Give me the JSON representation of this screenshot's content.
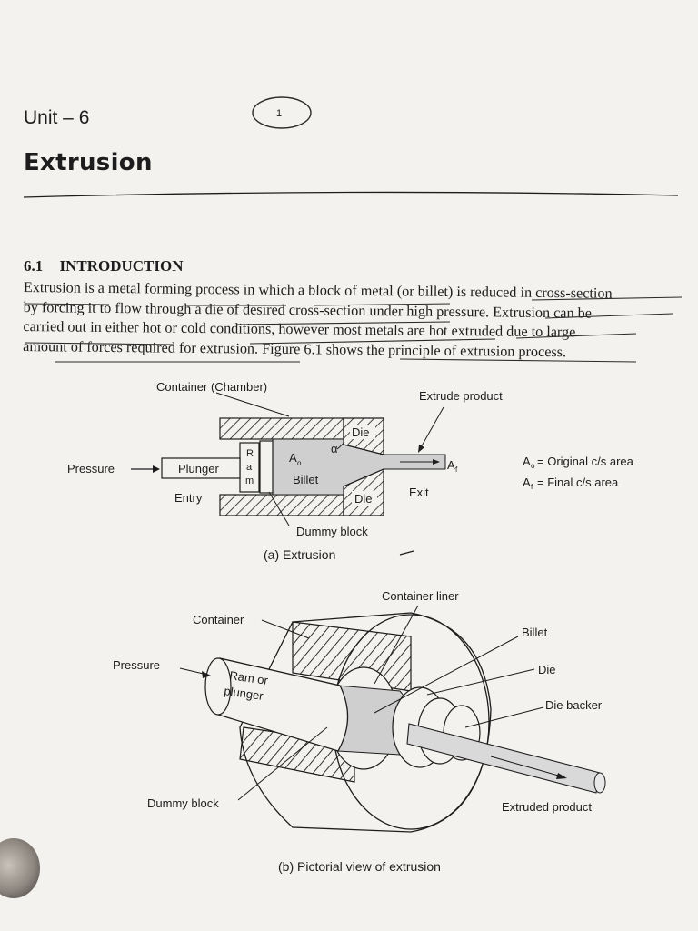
{
  "header": {
    "unit": "Unit – 6",
    "title": "Extrusion",
    "margin_mark": "1"
  },
  "section": {
    "number": "6.1",
    "heading": "INTRODUCTION",
    "paragraph_lines": [
      "Extrusion is a metal forming process in which a block of metal (or billet) is reduced in cross-section",
      "by forcing it to flow through a die of desired cross-section under high pressure. Extrusion can be",
      "carried out in either hot or cold conditions, however most metals are hot extruded due to large",
      "amount of forces required for extrusion. Figure 6.1 shows the principle of extrusion process."
    ]
  },
  "figure_a": {
    "caption": "(a) Extrusion",
    "labels": {
      "container": "Container (Chamber)",
      "extrude_product": "Extrude product",
      "pressure": "Pressure",
      "plunger": "Plunger",
      "ram_letters": [
        "R",
        "a",
        "m"
      ],
      "billet": "Billet",
      "area_orig": "A",
      "area_orig_sub": "o",
      "alpha": "α",
      "die_top": "Die",
      "die_bottom": "Die",
      "entry": "Entry",
      "exit": "Exit",
      "area_final": "A",
      "area_final_sub": "f",
      "dummy_block": "Dummy block"
    },
    "legend": [
      {
        "sym": "A",
        "sub": "o",
        "text": "= Original c/s area"
      },
      {
        "sym": "A",
        "sub": "f",
        "text": "= Final c/s area"
      }
    ]
  },
  "figure_b": {
    "caption": "(b) Pictorial view of extrusion",
    "labels": {
      "container_liner": "Container liner",
      "container": "Container",
      "billet": "Billet",
      "pressure": "Pressure",
      "ram_line1": "Ram or",
      "ram_line2": "plunger",
      "die": "Die",
      "die_backer": "Die backer",
      "dummy_block": "Dummy block",
      "extruded_product": "Extruded product"
    }
  },
  "colors": {
    "paper": "#f3f2ef",
    "ink": "#1d1d1d",
    "billet_fill": "#cfcfcf",
    "pen": "#2a2a2a"
  }
}
